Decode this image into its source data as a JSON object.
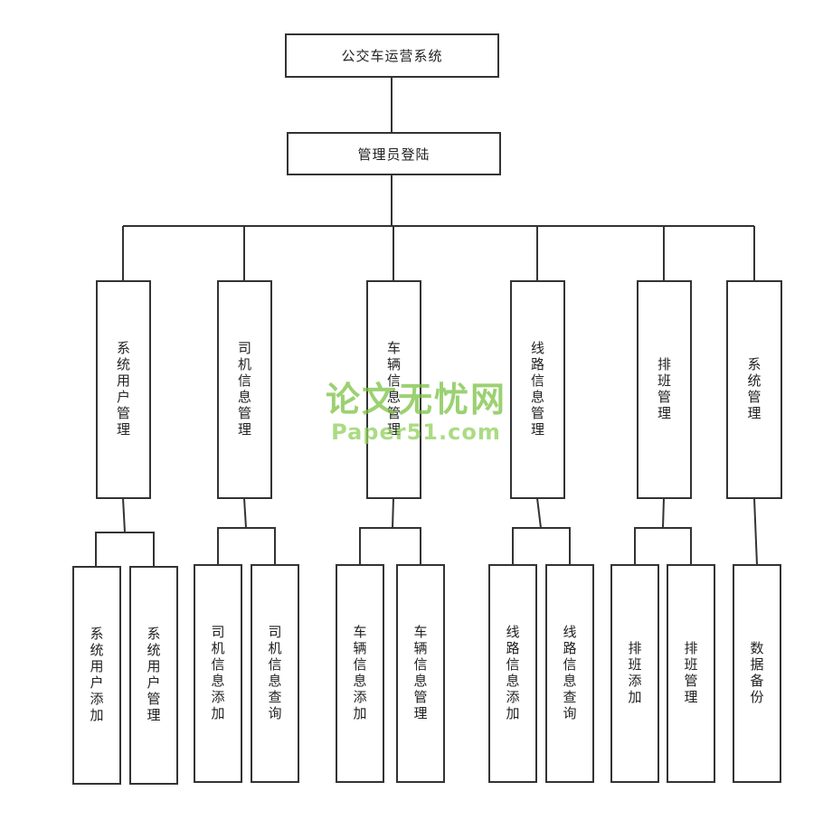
{
  "root": "公交车运营系统",
  "login": "管理员登陆",
  "modules": [
    {
      "label": "系统用户管理",
      "children": [
        "系统用户添加",
        "系统用户管理"
      ]
    },
    {
      "label": "司机信息管理",
      "children": [
        "司机信息添加",
        "司机信息查询"
      ]
    },
    {
      "label": "车辆信息管理",
      "children": [
        "车辆信息添加",
        "车辆信息管理"
      ]
    },
    {
      "label": "线路信息管理",
      "children": [
        "线路信息添加",
        "线路信息查询"
      ]
    },
    {
      "label": "排班管理",
      "children": [
        "排班添加",
        "排班管理"
      ]
    },
    {
      "label": "系统管理",
      "children": [
        "数据备份"
      ]
    }
  ],
  "watermark": {
    "line1": "论文无忧网",
    "line2": "Paper51.com"
  }
}
